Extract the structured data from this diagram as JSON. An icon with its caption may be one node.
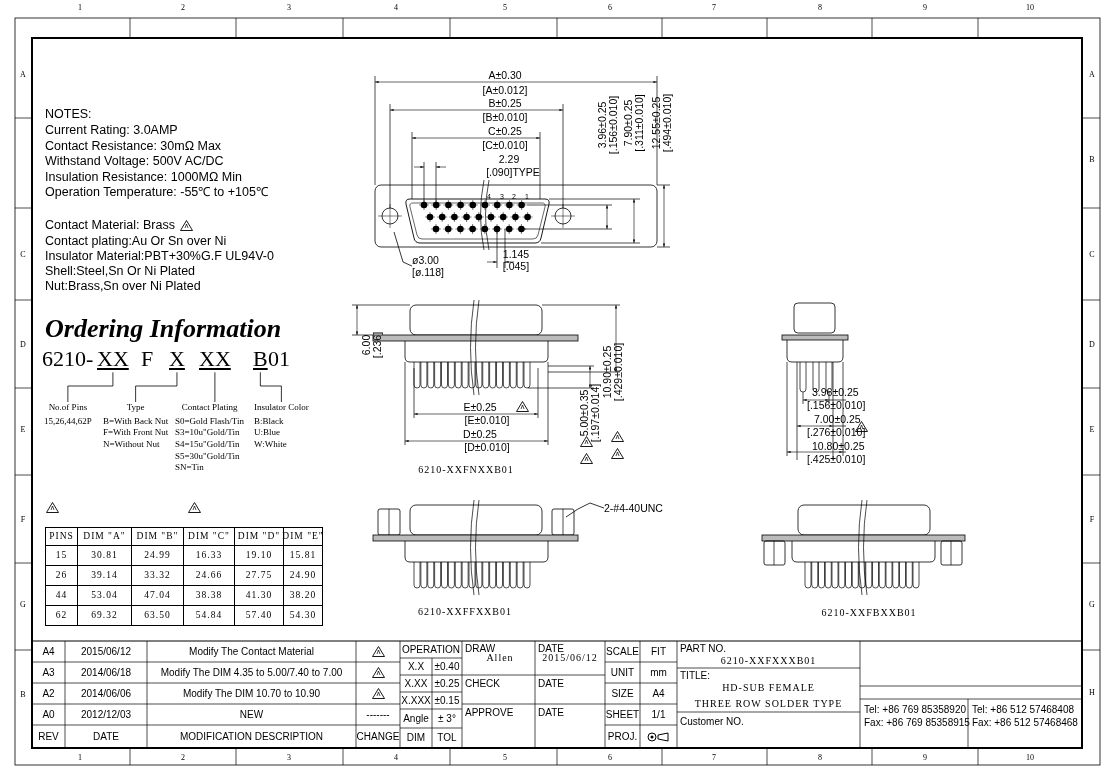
{
  "diagram": {
    "nodes": [
      {
        "text": [
          "XX"
        ]
      },
      {
        "text": [
          "X"
        ]
      },
      {
        "text": [
          "XX"
        ]
      },
      {
        "text": [
          "B"
        ]
      },
      {
        "text": [
          "No.of Pins",
          "15,26,44,62P"
        ]
      },
      {
        "text": [
          "Type",
          "B=With Back Nut",
          "F=With Front Nut",
          "N=Without Nut"
        ]
      },
      {
        "text": [
          "Contact Plating",
          "S0=Gold Flash/Tin",
          "S3=10u\"Gold/Tin",
          "S4=15u\"Gold/Tin",
          "S5=30u\"Gold/Tin",
          "SN=Tin"
        ]
      },
      {
        "text": [
          "Insulator Color",
          "B:Black",
          "U:Blue",
          "W:White"
        ]
      },
      {
        "text": [
          "ø3.00 [ø.118]"
        ]
      },
      {
        "text": [
          "2-#4-40UNC"
        ]
      }
    ],
    "edges": [
      {
        "from": 0,
        "to": 4,
        "arrow": "none"
      },
      {
        "from": 1,
        "to": 5,
        "arrow": "none"
      },
      {
        "from": 2,
        "to": 6,
        "arrow": "none"
      },
      {
        "from": 3,
        "to": 7,
        "arrow": "none"
      },
      {
        "from": 8,
        "to": null,
        "arrow": "none"
      },
      {
        "from": 9,
        "to": null,
        "arrow": "none"
      }
    ],
    "labels": [
      "1",
      "2",
      "3",
      "4",
      "5",
      "6",
      "7",
      "8",
      "9",
      "10",
      "A",
      "C",
      "D",
      "E",
      "F",
      "G",
      "B",
      "A",
      "B",
      "C",
      "D",
      "E",
      "F",
      "G",
      "H",
      "NOTES:",
      "Current Rating: 3.0AMP",
      "Contact Resistance: 30mΩ Max",
      "Withstand Voltage: 500V AC/DC",
      "Insulation Resistance: 1000MΩ Min",
      "Operation Temperature: -55℃ to +105℃",
      "Contact Material: Brass",
      "Contact plating:Au Or Sn over Ni",
      "Insulator Material:PBT+30%G.F UL94V-0",
      "Shell:Steel,Sn Or Ni Plated",
      "Nut:Brass,Sn over Ni Plated",
      "A±0.30",
      "[A±0.012]",
      "B±0.25",
      "[B±0.010]",
      "C±0.25",
      "[C±0.010]",
      "2.29",
      "[.090]TYPE",
      "3.96±0.25",
      "[.156±0.010]",
      "7.90±0.25",
      "[.311±0.010]",
      "12.55±0.25",
      "[.494±0.010]",
      "4",
      "3",
      "2",
      "1",
      "1.145",
      "[.045]",
      "Ordering Information",
      "6210-",
      "F",
      "01",
      "6.00",
      "[.236]",
      "E±0.25",
      "[E±0.010]",
      "D±0.25",
      "[D±0.010]",
      "5.00±0.35",
      "[.197±0.014]",
      "10.90±0.25",
      "[.429±0.010]",
      "6210-XXFNXXB01",
      "3.96±0.25",
      "[.156±0.010]",
      "7.00±0.25",
      "[.276±0.010]",
      "10.80±0.25",
      "[.425±0.010]",
      "PINS",
      "DIM \"A\"",
      "DIM \"B\"",
      "DIM \"C\"",
      "DIM \"D\"",
      "DIM \"E\"",
      "15",
      "30.81",
      "24.99",
      "16.33",
      "19.10",
      "15.81",
      "26",
      "39.14",
      "33.32",
      "24.66",
      "27.75",
      "24.90",
      "44",
      "53.04",
      "47.04",
      "38.38",
      "41.30",
      "38.20",
      "62",
      "69.32",
      "63.50",
      "54.84",
      "57.40",
      "54.30",
      "6210-XXFFXXB01",
      "6210-XXFBXXB01",
      "A4",
      "2015/06/12",
      "Modify The Contact Material",
      "A3",
      "2014/06/18",
      "Modify The DIM 4.35 to 5.00/7.40 to 7.00",
      "A2",
      "2014/06/06",
      "Modify The DIM 10.70 to 10.90",
      "A0",
      "2012/12/03",
      "NEW",
      "-------",
      "REV",
      "DATE",
      "MODIFICATION DESCRIPTION",
      "CHANGE",
      "OPERATION",
      "X.X",
      "±0.40",
      "X.XX",
      "±0.25",
      "X.XXX",
      "±0.15",
      "Angle",
      "± 3°",
      "DIM",
      "TOL",
      "DRAW",
      "Allen",
      "CHECK",
      "APPROVE",
      "DATE",
      "2015/06/12",
      "DATE",
      "DATE",
      "SCALE",
      "FIT",
      "UNIT",
      "mm",
      "SIZE",
      "A4",
      "SHEET",
      "1/1",
      "PROJ.",
      "PART NO.",
      "6210-XXFXXXB01",
      "TITLE:",
      "HD-SUB FEMALE",
      "THREE ROW SOLDER TYPE",
      "Customer NO.",
      "Tel: +86 769 85358920",
      "Fax: +86 769 85358915",
      "Tel: +86 512 57468408",
      "Fax: +86 512 57468468",
      "1",
      "2",
      "3",
      "4",
      "5",
      "6",
      "7",
      "8",
      "9",
      "10"
    ]
  }
}
